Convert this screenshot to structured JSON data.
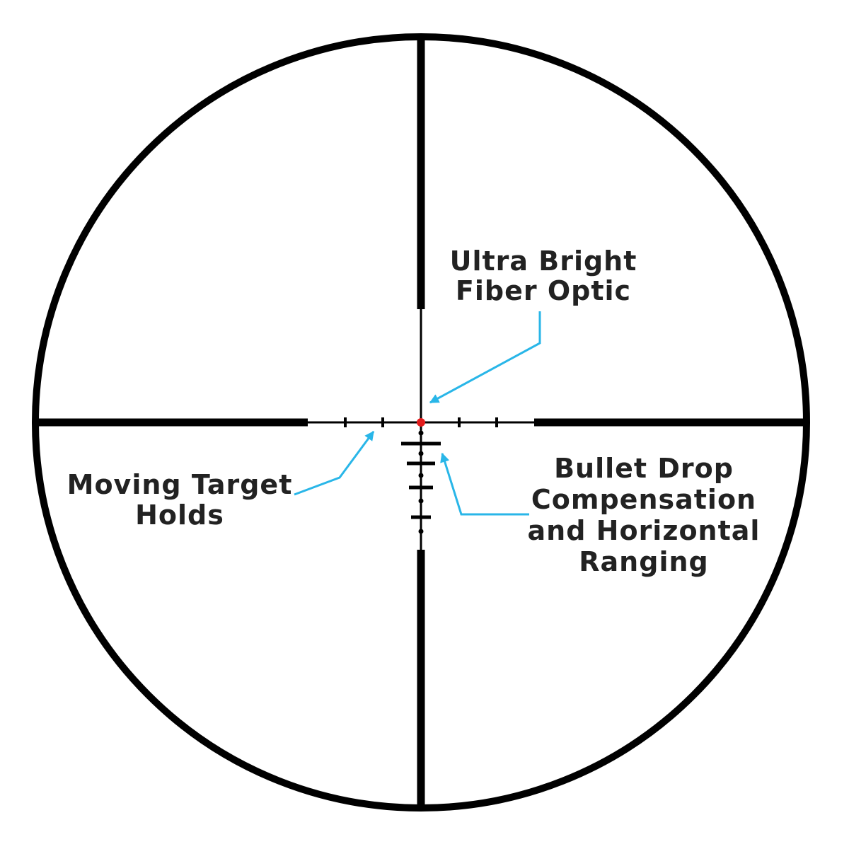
{
  "colors": {
    "reticle": "#000000",
    "center_dot": "#e21b1b",
    "callout_arrow": "#29b6e8",
    "label_text": "#222222",
    "background": "#ffffff"
  },
  "callouts": {
    "fiber_optic": {
      "line1": "Ultra Bright",
      "line2": "Fiber Optic"
    },
    "moving_target": {
      "line1": "Moving Target",
      "line2": "Holds"
    },
    "bullet_drop": {
      "line1": "Bullet Drop",
      "line2": "Compensation",
      "line3": "and Horizontal",
      "line4": "Ranging"
    }
  }
}
